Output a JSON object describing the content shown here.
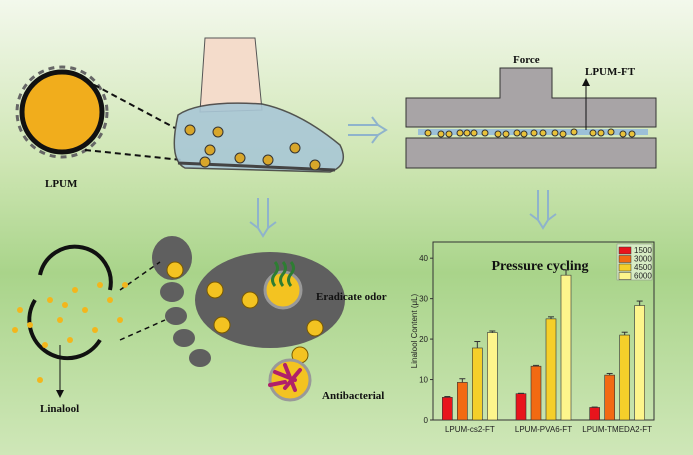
{
  "labels": {
    "lpum": "LPUM",
    "force": "Force",
    "lpum_ft": "LPUM-FT",
    "eradicate_odor": "Eradicate odor",
    "antibacterial": "Antibacterial",
    "linalool": "Linalool"
  },
  "chart_data": {
    "type": "bar",
    "title": "Pressure cycling",
    "xlabel": "",
    "ylabel": "Linalool Content (μL)",
    "ylim": [
      0,
      44
    ],
    "yticks": [
      "0",
      "10",
      "20",
      "30",
      "40"
    ],
    "categories": [
      "LPUM-cs2-FT",
      "LPUM-PVA6-FT",
      "LPUM-TMEDA2-FT"
    ],
    "legend_position": "top-right",
    "series": [
      {
        "name": "1500",
        "color": "#e8141c",
        "values": [
          5.6,
          6.5,
          3.1
        ],
        "errors": [
          0.2,
          0.1,
          0.1
        ]
      },
      {
        "name": "3000",
        "color": "#f26a12",
        "values": [
          9.3,
          13.3,
          11.1
        ],
        "errors": [
          0.9,
          0.2,
          0.4
        ]
      },
      {
        "name": "4500",
        "color": "#f5cf2a",
        "values": [
          17.8,
          25.0,
          21.0
        ],
        "errors": [
          1.6,
          0.5,
          0.7
        ]
      },
      {
        "name": "6000",
        "color": "#fdf58c",
        "values": [
          21.6,
          35.8,
          28.3
        ],
        "errors": [
          0.4,
          1.3,
          1.1
        ]
      }
    ]
  }
}
